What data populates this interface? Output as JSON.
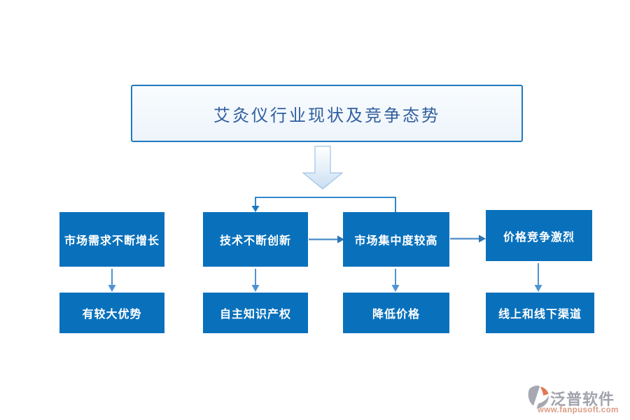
{
  "title": "艾灸仪行业现状及竞争态势",
  "diagram": {
    "columns": [
      {
        "top": "市场需求不断增长",
        "bottom": "有较大优势"
      },
      {
        "top": "技术不断创新",
        "bottom": "自主知识产权"
      },
      {
        "top": "市场集中度较高",
        "bottom": "降低价格"
      },
      {
        "top": "价格竞争激烈",
        "bottom": "线上和线下渠道"
      }
    ]
  },
  "watermark": {
    "brand": "泛普软件",
    "url": "www.fanpusoft.com"
  },
  "colors": {
    "node_fill": "#0971bc",
    "node_text": "#ffffff",
    "title_text": "#315f9f",
    "title_border": "#1e7ac1",
    "connector_blue": "#1a78c2",
    "vertical_arrow": "#4e94d3",
    "horizontal_arrow": "#5b96cc",
    "big_arrow_fill": "#cfe2f3",
    "brand_gray": "#a2a3ad",
    "brand_orange": "#e17a52",
    "url_orange": "#dc9c85"
  }
}
